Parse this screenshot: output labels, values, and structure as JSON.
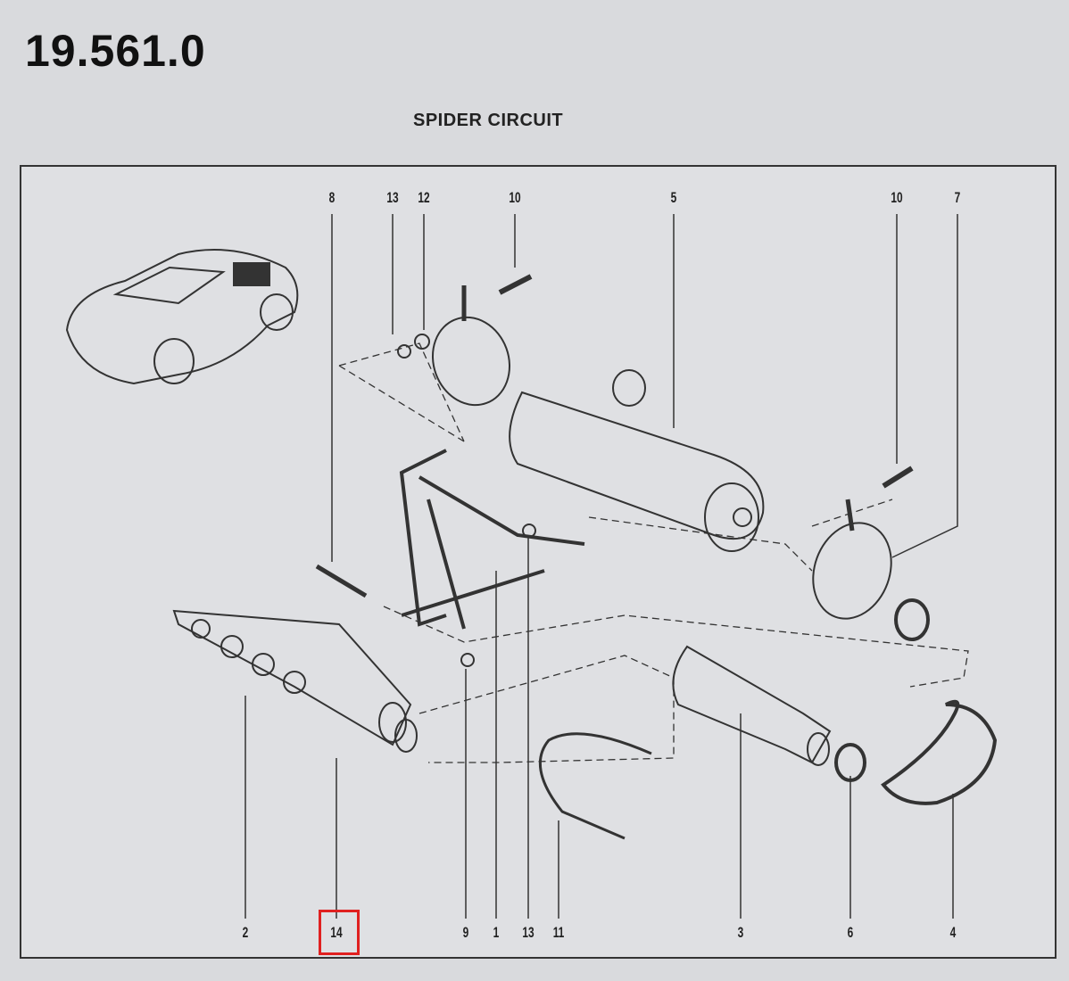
{
  "header": {
    "doc_number": "19.561.0",
    "title": "SPIDER CIRCUIT"
  },
  "callouts": {
    "top": [
      "8",
      "13",
      "12",
      "10",
      "5",
      "10",
      "7"
    ],
    "bottom": [
      "2",
      "14",
      "9",
      "1",
      "13",
      "11",
      "3",
      "6",
      "4"
    ]
  },
  "highlight": {
    "label": "14",
    "color": "#e02020"
  }
}
